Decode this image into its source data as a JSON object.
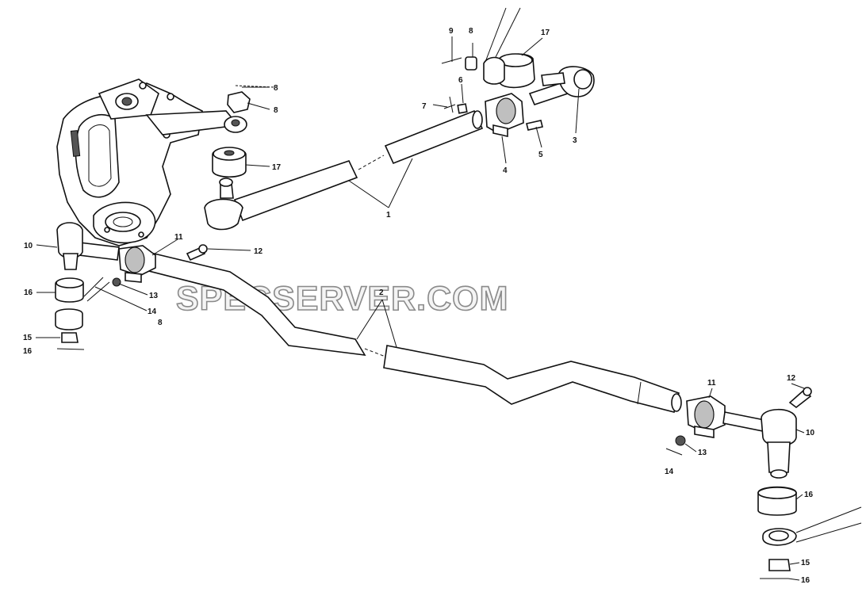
{
  "watermark": "SPECSERVER.COM",
  "callouts": {
    "c1": "1",
    "c2": "2",
    "c3": "3",
    "c4": "4",
    "c5": "5",
    "c6": "6",
    "c7": "7",
    "c8a": "8",
    "c8b": "8",
    "c8c": "8",
    "c9": "9",
    "c10a": "10",
    "c10b": "10",
    "c11a": "11",
    "c11b": "11",
    "c12a": "12",
    "c12b": "12",
    "c13a": "13",
    "c13b": "13",
    "c14a": "14",
    "c14b": "14",
    "c15a": "15",
    "c15b": "15",
    "c16a": "16",
    "c16b": "16",
    "c16c": "16",
    "c16d": "16",
    "c17a": "17",
    "c17b": "17"
  }
}
